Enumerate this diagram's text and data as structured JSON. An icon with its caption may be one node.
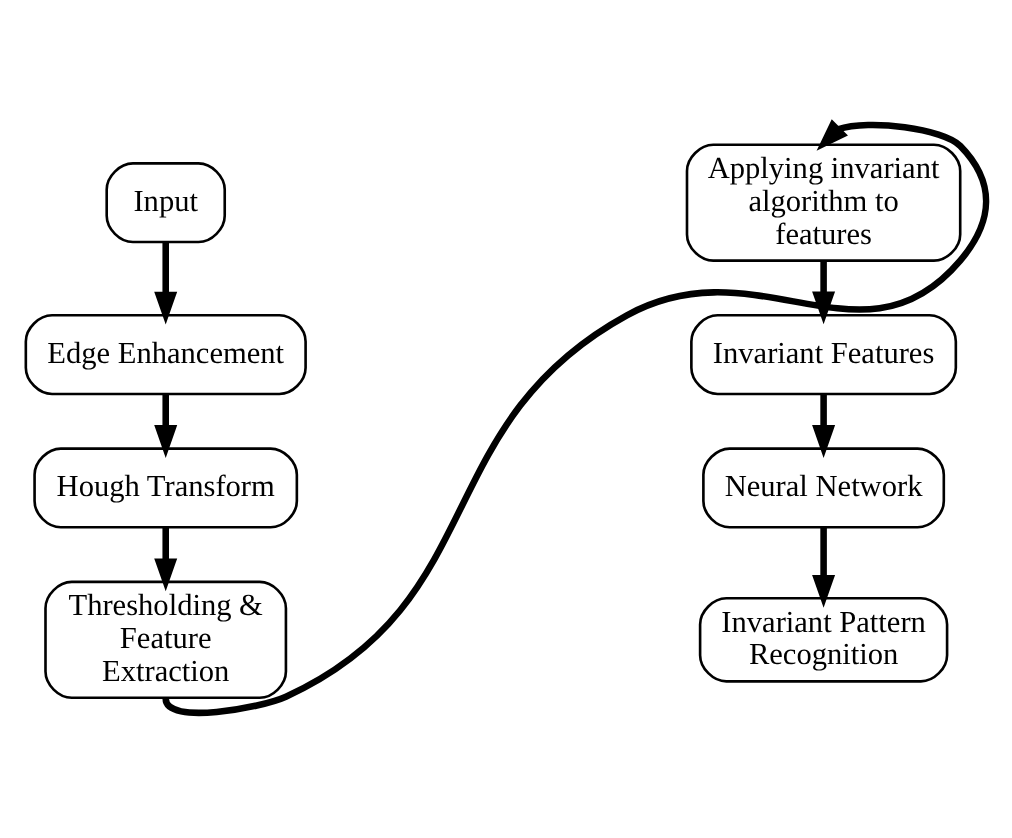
{
  "diagram": {
    "nodes": [
      {
        "text": [
          "Input"
        ]
      },
      {
        "text": [
          "Edge Enhancement"
        ]
      },
      {
        "text": [
          "Hough Transform"
        ]
      },
      {
        "text": [
          "Thresholding & Feature Extraction"
        ]
      },
      {
        "text": [
          "Applying invariant algorithm to features"
        ]
      },
      {
        "text": [
          "Invariant Features"
        ]
      },
      {
        "text": [
          "Neural Network"
        ]
      },
      {
        "text": [
          "Invariant Pattern Recognition"
        ]
      }
    ],
    "edges": [
      {
        "from": 0,
        "to": 1,
        "arrow": "to"
      },
      {
        "from": 1,
        "to": 2,
        "arrow": "to"
      },
      {
        "from": 2,
        "to": 3,
        "arrow": "to"
      },
      {
        "from": 3,
        "to": 4,
        "arrow": "to"
      },
      {
        "from": 4,
        "to": 5,
        "arrow": "to"
      },
      {
        "from": 5,
        "to": 6,
        "arrow": "to"
      },
      {
        "from": 6,
        "to": 7,
        "arrow": "to"
      }
    ]
  }
}
